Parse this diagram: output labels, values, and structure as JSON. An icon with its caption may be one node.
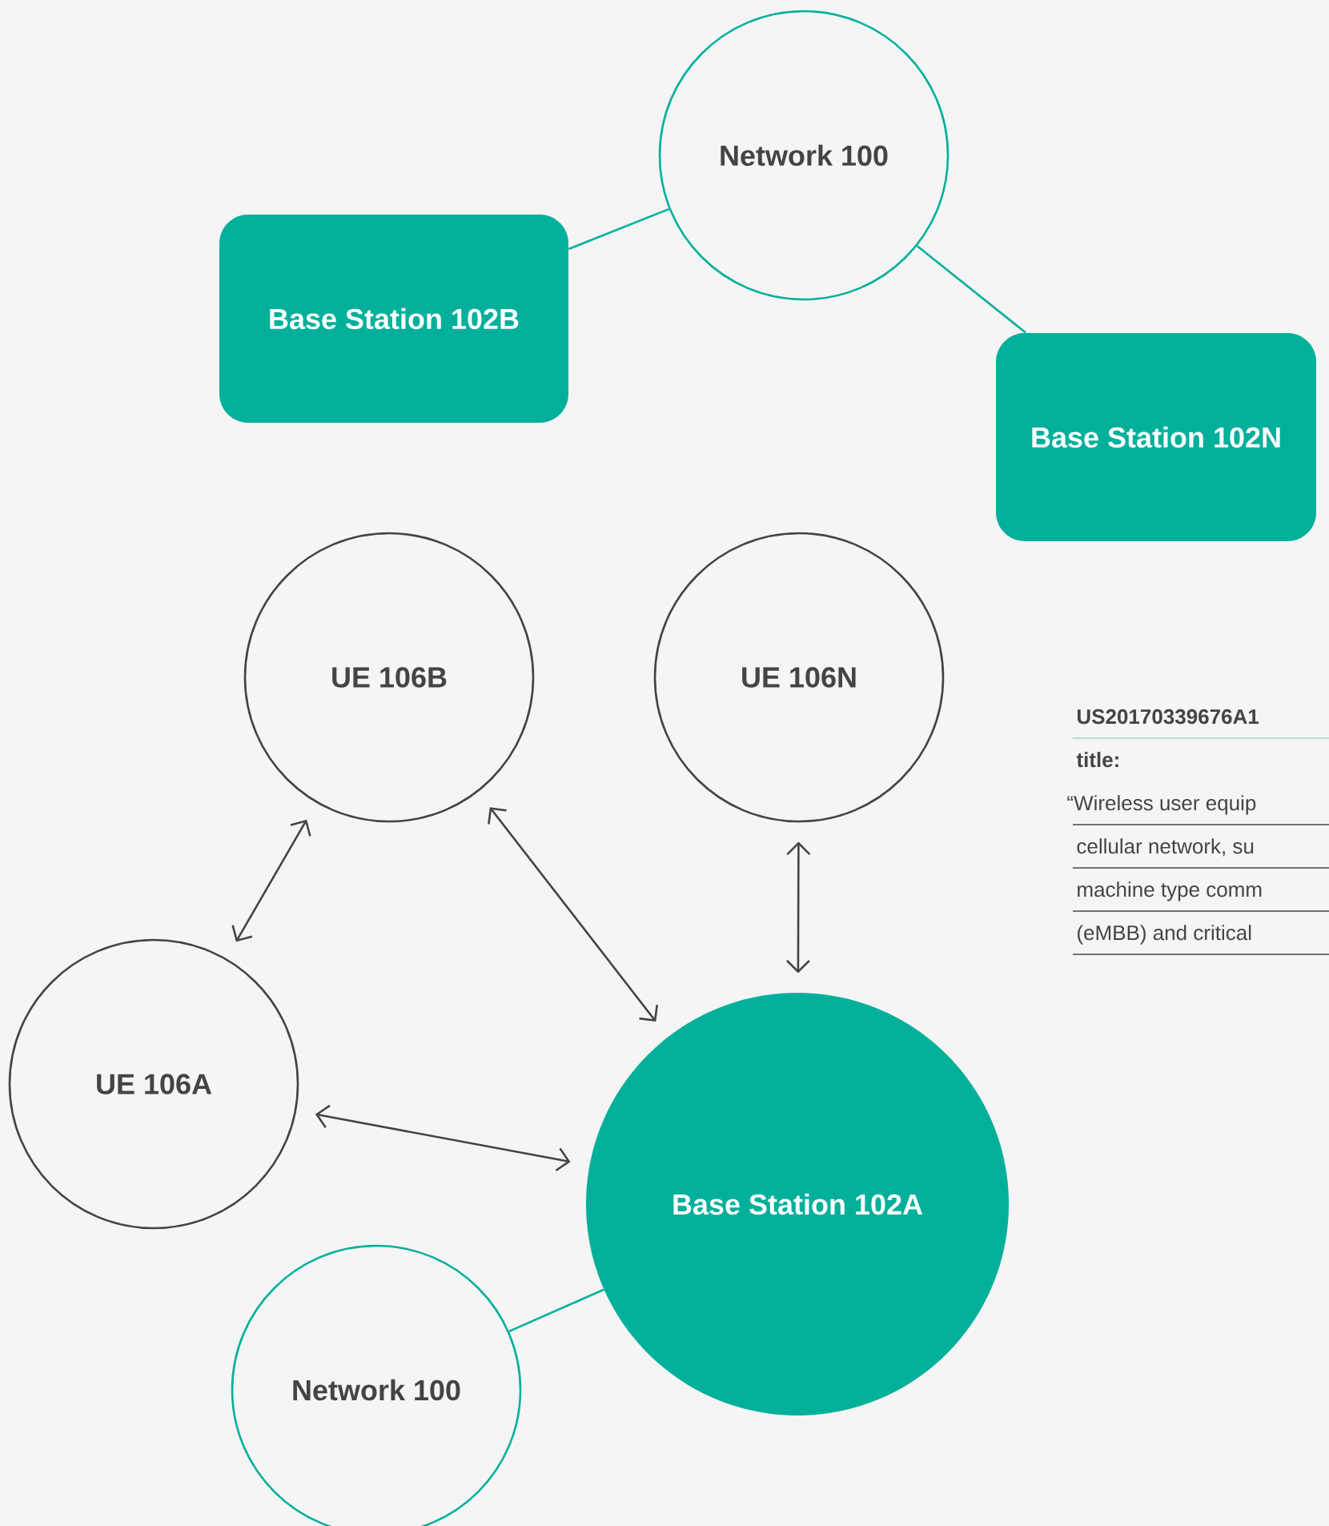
{
  "diagram": {
    "nodes": [
      {
        "text": [
          "Network 100"
        ]
      },
      {
        "text": [
          "Base Station 102B"
        ]
      },
      {
        "text": [
          "Base Station 102N"
        ]
      },
      {
        "text": [
          "UE 106B"
        ]
      },
      {
        "text": [
          "UE 106N"
        ]
      },
      {
        "text": [
          "UE 106A"
        ]
      },
      {
        "text": [
          "Base Station 102A"
        ]
      },
      {
        "text": [
          "Network 100"
        ]
      }
    ],
    "edges": [
      {
        "from": 0,
        "to": 1,
        "arrow": "none",
        "color": "#00b09b"
      },
      {
        "from": 0,
        "to": 2,
        "arrow": "none",
        "color": "#00b09b"
      },
      {
        "from": 3,
        "to": 5,
        "arrow": "both"
      },
      {
        "from": 3,
        "to": 6,
        "arrow": "both"
      },
      {
        "from": 4,
        "to": 6,
        "arrow": "both"
      },
      {
        "from": 5,
        "to": 6,
        "arrow": "both"
      },
      {
        "from": 7,
        "to": 6,
        "arrow": "none",
        "color": "#00b09b"
      }
    ],
    "labels": [
      "US20170339676A1",
      "title:",
      "“Wireless user equip",
      "cellular network, su",
      "machine type comm",
      "(eMBB) and critical"
    ]
  }
}
